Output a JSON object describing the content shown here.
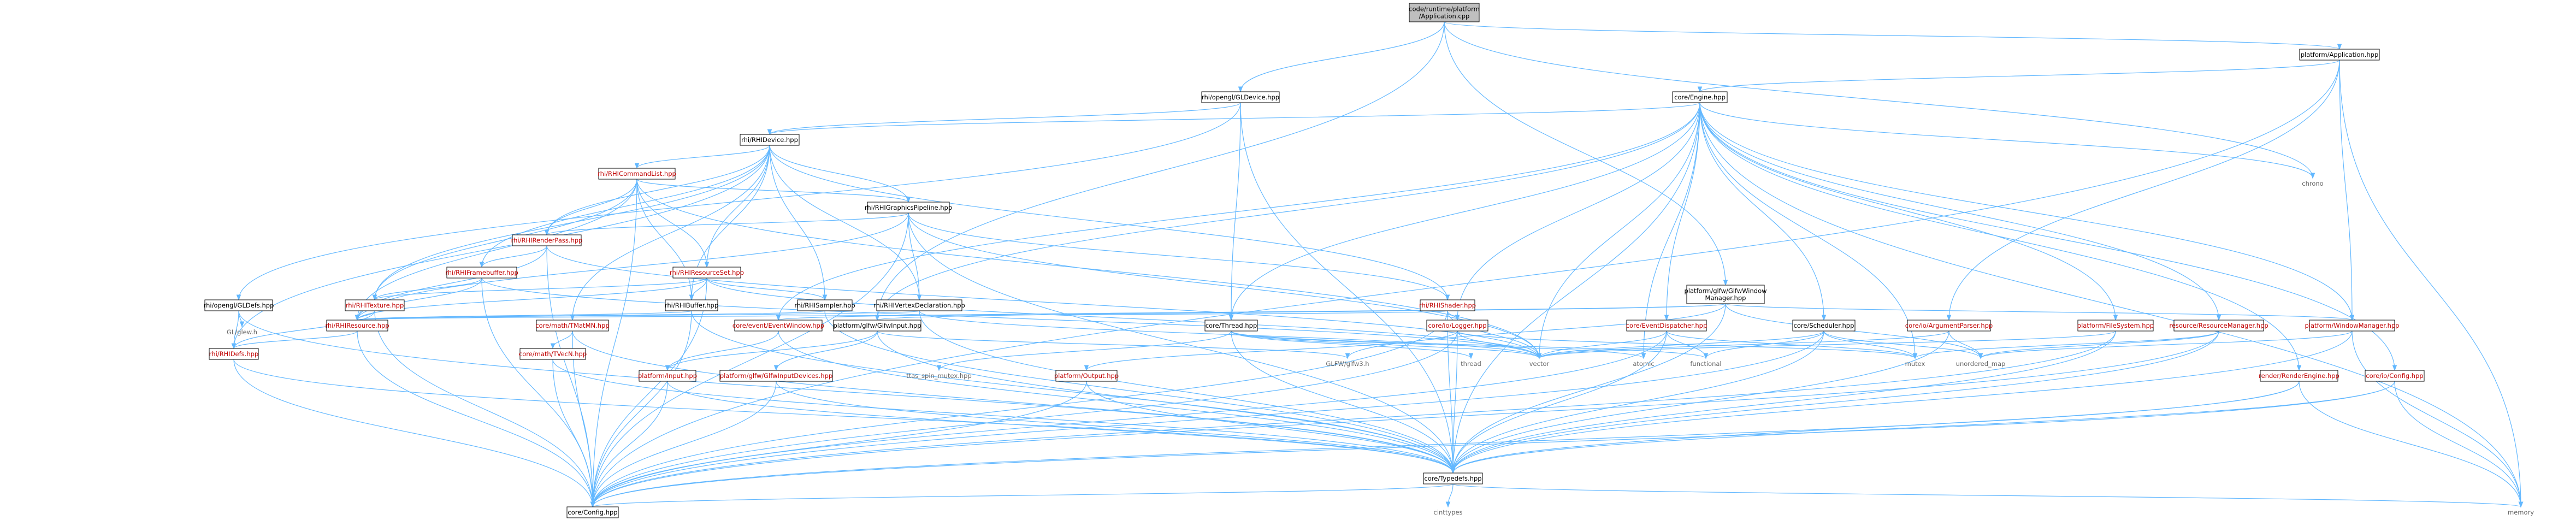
{
  "colors": {
    "edge": "#63b8ff",
    "root_fill": "#bfbfbf",
    "box_stroke": "#000000",
    "text_default": "#000000",
    "text_red": "#c00000",
    "text_gray": "#666666"
  },
  "nodes": [
    {
      "id": "root",
      "lines": [
        "code/runtime/platform",
        "/Application.cpp"
      ],
      "style": "root"
    },
    {
      "id": "app_hpp",
      "lines": [
        "platform/Application.hpp"
      ],
      "style": "boxed"
    },
    {
      "id": "gldevice_hpp",
      "lines": [
        "rhi/opengl/GLDevice.hpp"
      ],
      "style": "boxed"
    },
    {
      "id": "engine_hpp",
      "lines": [
        "core/Engine.hpp"
      ],
      "style": "boxed"
    },
    {
      "id": "rhidevice_hpp",
      "lines": [
        "rhi/RHIDevice.hpp"
      ],
      "style": "boxed"
    },
    {
      "id": "rhicmdlist_hpp",
      "lines": [
        "rhi/RHICommandList.hpp"
      ],
      "style": "boxed-red"
    },
    {
      "id": "rhigfxpipe_hpp",
      "lines": [
        "rhi/RHIGraphicsPipeline.hpp"
      ],
      "style": "boxed"
    },
    {
      "id": "rhirenderpass_hpp",
      "lines": [
        "rhi/RHIRenderPass.hpp"
      ],
      "style": "boxed-red"
    },
    {
      "id": "rhiframebuffer_hpp",
      "lines": [
        "rhi/RHIFramebuffer.hpp"
      ],
      "style": "boxed-red"
    },
    {
      "id": "rhiresourceset_hpp",
      "lines": [
        "rhi/RHIResourceSet.hpp"
      ],
      "style": "boxed-red"
    },
    {
      "id": "rhitexture_hpp",
      "lines": [
        "rhi/RHITexture.hpp"
      ],
      "style": "boxed-red"
    },
    {
      "id": "rhibuffer_hpp",
      "lines": [
        "rhi/RHIBuffer.hpp"
      ],
      "style": "boxed"
    },
    {
      "id": "rhisampler_hpp",
      "lines": [
        "rhi/RHISampler.hpp"
      ],
      "style": "boxed"
    },
    {
      "id": "rhivertexdecl_hpp",
      "lines": [
        "rhi/RHIVertexDeclaration.hpp"
      ],
      "style": "boxed"
    },
    {
      "id": "rhishader_hpp",
      "lines": [
        "rhi/RHIShader.hpp"
      ],
      "style": "boxed-red"
    },
    {
      "id": "rhiresource_hpp",
      "lines": [
        "rhi/RHIResource.hpp"
      ],
      "style": "boxed-red"
    },
    {
      "id": "rhidefs_hpp",
      "lines": [
        "rhi/RHIDefs.hpp"
      ],
      "style": "boxed-red"
    },
    {
      "id": "gldefs_hpp",
      "lines": [
        "rhi/opengl/GLDefs.hpp"
      ],
      "style": "boxed"
    },
    {
      "id": "glew_h",
      "lines": [
        "GL/glew.h"
      ],
      "style": "plain"
    },
    {
      "id": "tmat_hpp",
      "lines": [
        "core/math/TMatMN.hpp"
      ],
      "style": "boxed-red"
    },
    {
      "id": "tvec_hpp",
      "lines": [
        "core/math/TVecN.hpp"
      ],
      "style": "boxed-red"
    },
    {
      "id": "eventwindow_hpp",
      "lines": [
        "core/event/EventWindow.hpp"
      ],
      "style": "boxed-red"
    },
    {
      "id": "platforminput_hpp",
      "lines": [
        "platform/Input.hpp"
      ],
      "style": "boxed-red"
    },
    {
      "id": "glfwinput_hpp",
      "lines": [
        "platform/glfw/GlfwInput.hpp"
      ],
      "style": "boxed"
    },
    {
      "id": "glfwinputdev_hpp",
      "lines": [
        "platform/glfw/GlfwInputDevices.hpp"
      ],
      "style": "boxed-red"
    },
    {
      "id": "platformoutput_hpp",
      "lines": [
        "platform/Output.hpp"
      ],
      "style": "boxed-red"
    },
    {
      "id": "glfw3_h",
      "lines": [
        "GLFW/glfw3.h"
      ],
      "style": "plain"
    },
    {
      "id": "thread_hpp",
      "lines": [
        "core/Thread.hpp"
      ],
      "style": "boxed"
    },
    {
      "id": "spinmutex_hpp",
      "lines": [
        "ttas_spin_mutex.hpp"
      ],
      "style": "plain"
    },
    {
      "id": "thread",
      "lines": [
        "thread"
      ],
      "style": "plain"
    },
    {
      "id": "logger_hpp",
      "lines": [
        "core/io/Logger.hpp"
      ],
      "style": "boxed-red"
    },
    {
      "id": "vector",
      "lines": [
        "vector"
      ],
      "style": "plain"
    },
    {
      "id": "atomic",
      "lines": [
        "atomic"
      ],
      "style": "plain"
    },
    {
      "id": "functional",
      "lines": [
        "functional"
      ],
      "style": "plain"
    },
    {
      "id": "mutex",
      "lines": [
        "mutex"
      ],
      "style": "plain"
    },
    {
      "id": "unordered_map",
      "lines": [
        "unordered_map"
      ],
      "style": "plain"
    },
    {
      "id": "glfwwindowmgr_hpp",
      "lines": [
        "platform/glfw/GlfwWindow",
        "Manager.hpp"
      ],
      "style": "boxed"
    },
    {
      "id": "eventdispatcher_hpp",
      "lines": [
        "core/EventDispatcher.hpp"
      ],
      "style": "boxed-red"
    },
    {
      "id": "scheduler_hpp",
      "lines": [
        "core/Scheduler.hpp"
      ],
      "style": "boxed"
    },
    {
      "id": "argparser_hpp",
      "lines": [
        "core/io/ArgumentParser.hpp"
      ],
      "style": "boxed-red"
    },
    {
      "id": "filesystem_hpp",
      "lines": [
        "platform/FileSystem.hpp"
      ],
      "style": "boxed-red"
    },
    {
      "id": "resmgr_hpp",
      "lines": [
        "resource/ResourceManager.hpp"
      ],
      "style": "boxed-red"
    },
    {
      "id": "windowmgr_hpp",
      "lines": [
        "platform/WindowManager.hpp"
      ],
      "style": "boxed-red"
    },
    {
      "id": "renderengine_hpp",
      "lines": [
        "render/RenderEngine.hpp"
      ],
      "style": "boxed-red"
    },
    {
      "id": "config_io_hpp",
      "lines": [
        "core/io/Config.hpp"
      ],
      "style": "boxed-red"
    },
    {
      "id": "chrono",
      "lines": [
        "chrono"
      ],
      "style": "plain"
    },
    {
      "id": "memory",
      "lines": [
        "memory"
      ],
      "style": "plain"
    },
    {
      "id": "coretypedefs_hpp",
      "lines": [
        "core/Typedefs.hpp"
      ],
      "style": "boxed"
    },
    {
      "id": "coreconfig_hpp",
      "lines": [
        "core/Config.hpp"
      ],
      "style": "boxed"
    },
    {
      "id": "cinttypes",
      "lines": [
        "cinttypes"
      ],
      "style": "plain"
    }
  ]
}
